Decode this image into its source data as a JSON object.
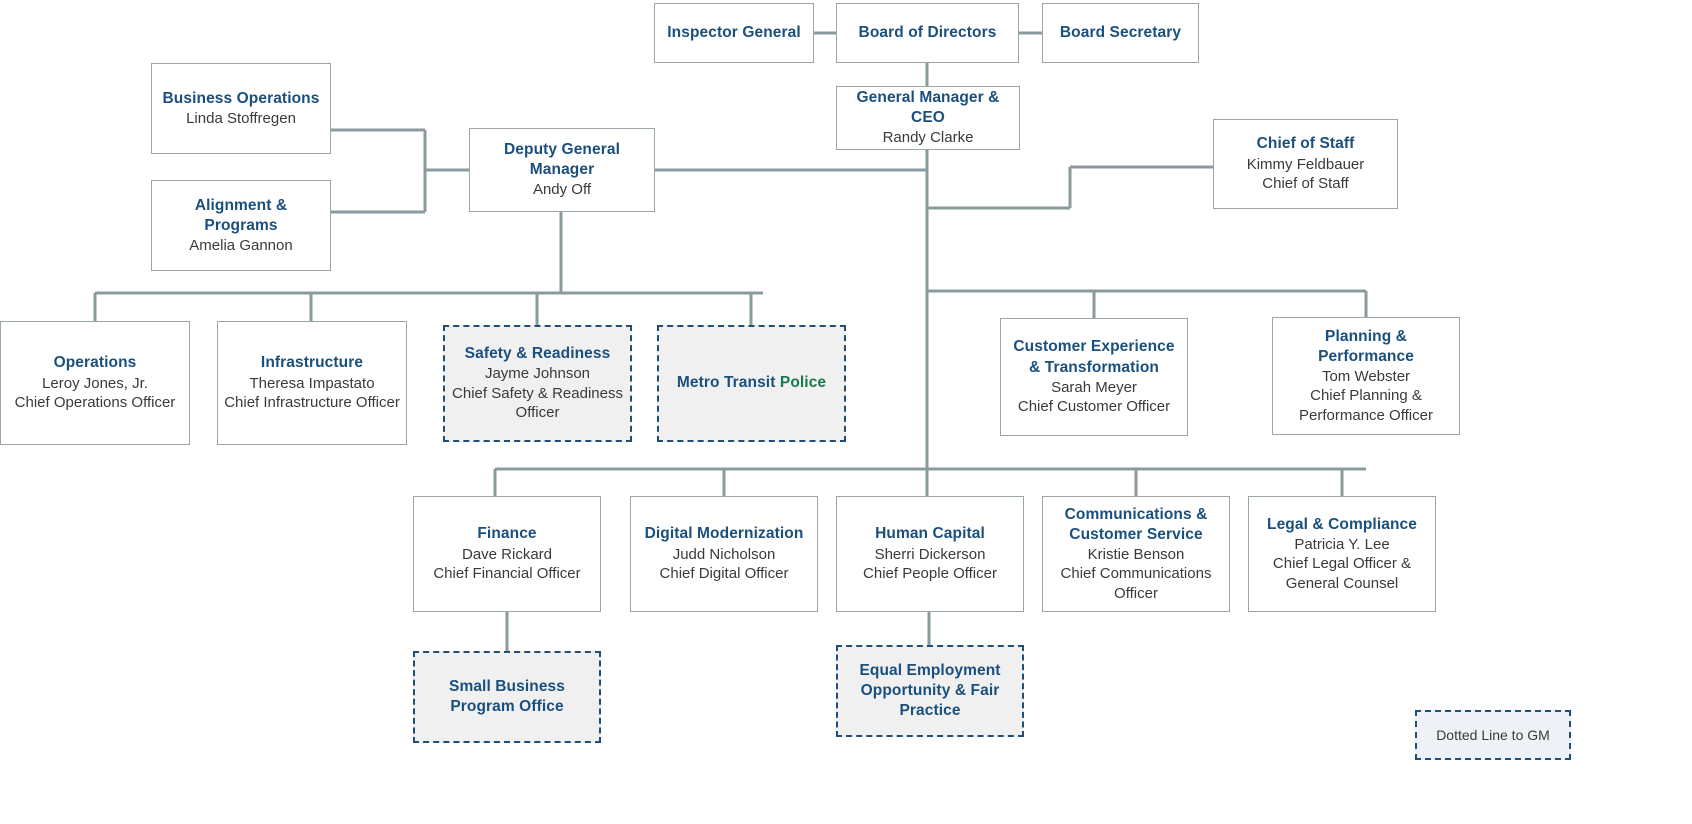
{
  "meta": {
    "accent_navy": "#1a4f7e",
    "accent_green": "#1a7a4e",
    "connector_color": "#8a9a9d",
    "dotted_border_color": "#1f4e79",
    "dotted_fill": "#f0f0f0"
  },
  "legend": {
    "label": "Dotted Line to GM"
  },
  "nodes": {
    "inspector_general": {
      "title": "Inspector General",
      "person": "",
      "role": ""
    },
    "board_of_directors": {
      "title": "Board of Directors",
      "person": "",
      "role": ""
    },
    "board_secretary": {
      "title": "Board Secretary",
      "person": "",
      "role": ""
    },
    "general_manager_ceo": {
      "title": "General Manager & CEO",
      "person": "Randy Clarke",
      "role": ""
    },
    "chief_of_staff": {
      "title": "Chief of Staff",
      "person": "Kimmy Feldbauer",
      "role": "Chief of Staff"
    },
    "deputy_general_manager": {
      "title": "Deputy General Manager",
      "person": "Andy Off",
      "role": ""
    },
    "business_operations": {
      "title": "Business Operations",
      "person": "Linda Stoffregen",
      "role": ""
    },
    "alignment_programs": {
      "title": "Alignment & Programs",
      "person": "Amelia Gannon",
      "role": ""
    },
    "operations": {
      "title": "Operations",
      "person": "Leroy Jones, Jr.",
      "role": "Chief Operations Officer"
    },
    "infrastructure": {
      "title": "Infrastructure",
      "person": "Theresa Impastato",
      "role": "Chief Infrastructure Officer"
    },
    "safety_readiness": {
      "title": "Safety & Readiness",
      "person": "Jayme Johnson",
      "role": "Chief Safety & Readiness Officer"
    },
    "metro_transit_police": {
      "title_part_1": "Metro Transit ",
      "title_part_2": "Police",
      "person": "",
      "role": ""
    },
    "customer_experience": {
      "title": "Customer Experience & Transformation",
      "person": "Sarah Meyer",
      "role": "Chief Customer Officer"
    },
    "planning_performance": {
      "title": "Planning & Performance",
      "person": "Tom Webster",
      "role": "Chief Planning & Performance Officer"
    },
    "finance": {
      "title": "Finance",
      "person": "Dave Rickard",
      "role": "Chief Financial Officer"
    },
    "digital_modernization": {
      "title": "Digital Modernization",
      "person": "Judd Nicholson",
      "role": "Chief Digital Officer"
    },
    "human_capital": {
      "title": "Human Capital",
      "person": "Sherri Dickerson",
      "role": "Chief People Officer"
    },
    "communications_customer_service": {
      "title": "Communications & Customer Service",
      "person": "Kristie Benson",
      "role": "Chief Communications Officer"
    },
    "legal_compliance": {
      "title": "Legal & Compliance",
      "person": "Patricia Y. Lee",
      "role": "Chief Legal Officer & General Counsel"
    },
    "small_business_program_office": {
      "title": "Small Business Program Office",
      "person": "",
      "role": ""
    },
    "equal_employment": {
      "title": "Equal Employment Opportunity & Fair Practice",
      "person": "",
      "role": ""
    }
  }
}
